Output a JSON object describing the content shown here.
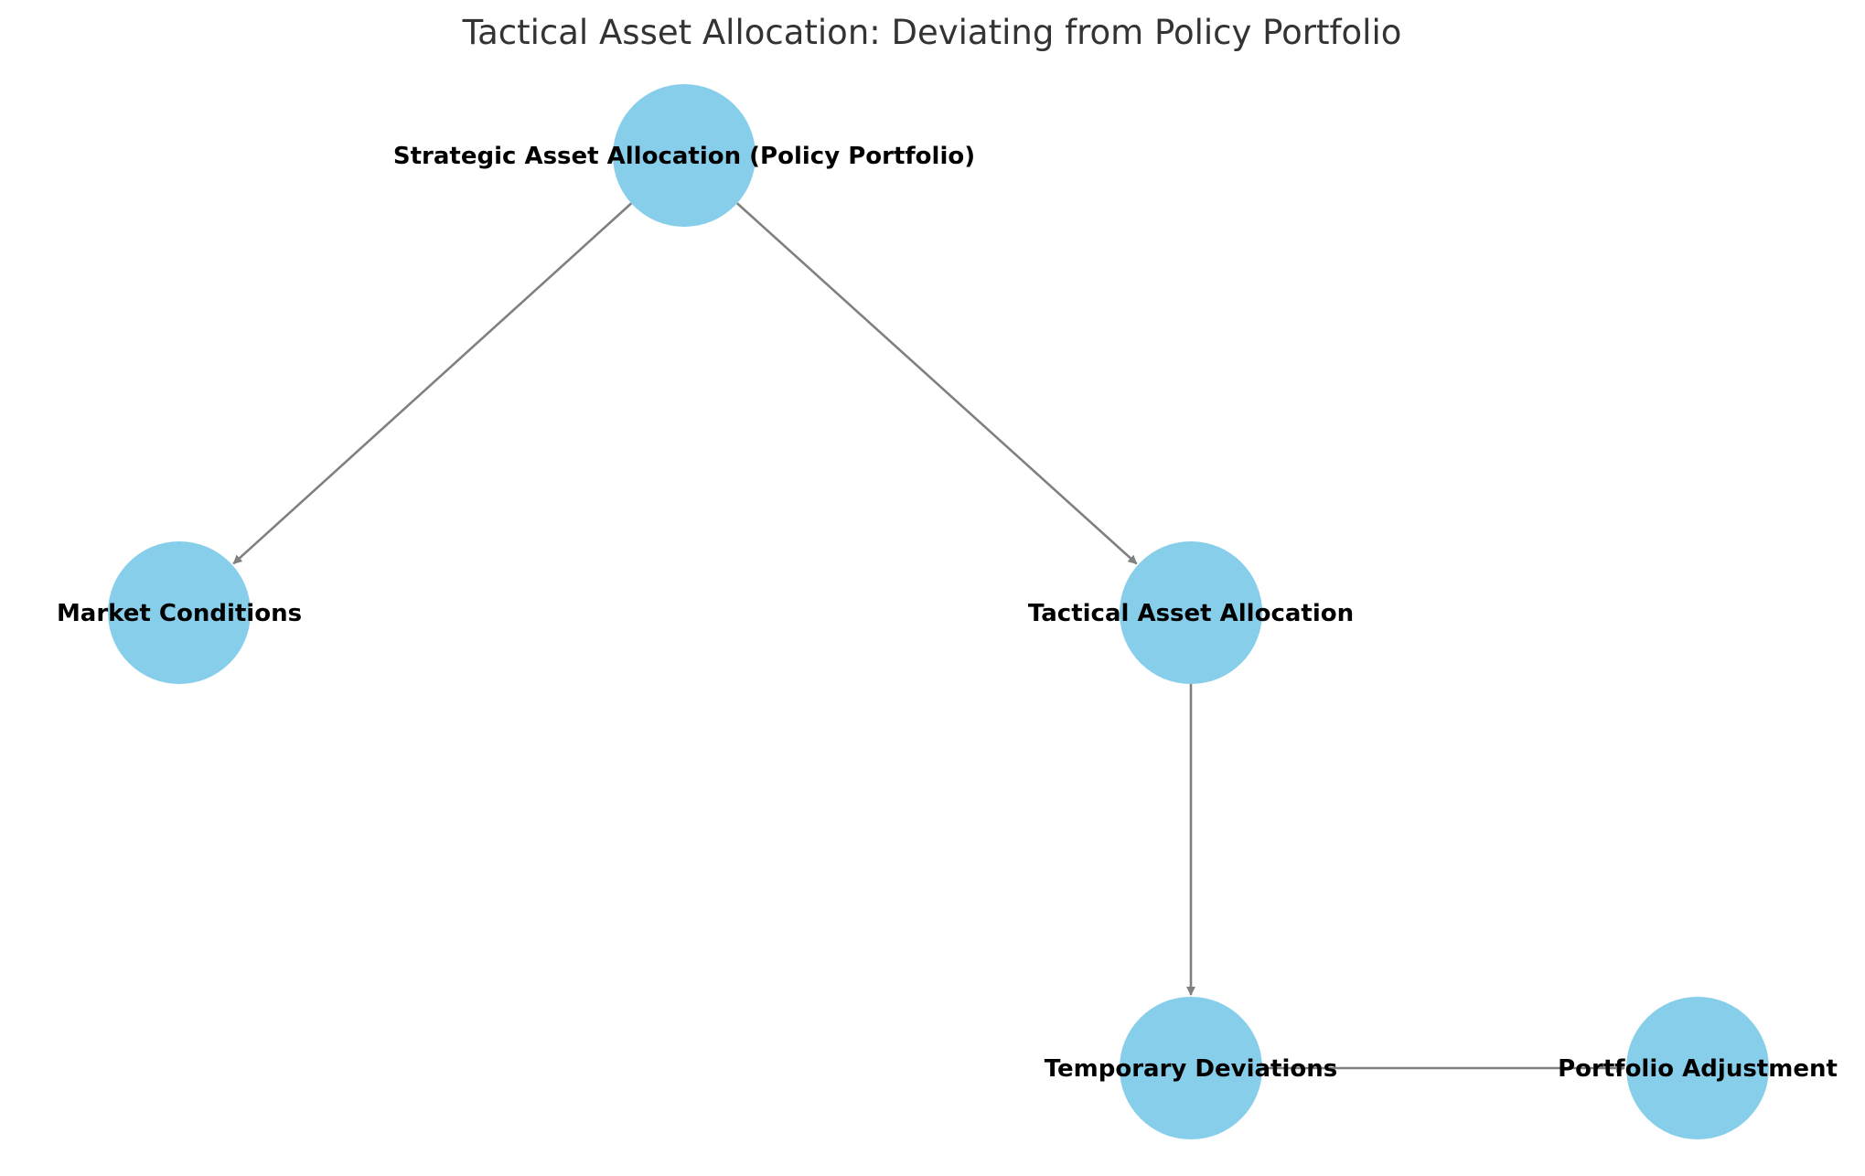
{
  "title": "Tactical Asset Allocation: Deviating from Policy Portfolio",
  "colors": {
    "node_fill": "#87CEEB",
    "edge": "#808080",
    "label": "#000000",
    "title": "#333333"
  },
  "nodes": [
    {
      "id": "saa",
      "label": "Strategic Asset Allocation (Policy Portfolio)"
    },
    {
      "id": "mc",
      "label": "Market Conditions"
    },
    {
      "id": "taa",
      "label": "Tactical Asset Allocation"
    },
    {
      "id": "td",
      "label": "Temporary Deviations"
    },
    {
      "id": "pa",
      "label": "Portfolio Adjustment"
    }
  ],
  "edges": [
    {
      "from": "saa",
      "to": "mc"
    },
    {
      "from": "saa",
      "to": "taa"
    },
    {
      "from": "taa",
      "to": "td"
    },
    {
      "from": "td",
      "to": "pa"
    }
  ]
}
